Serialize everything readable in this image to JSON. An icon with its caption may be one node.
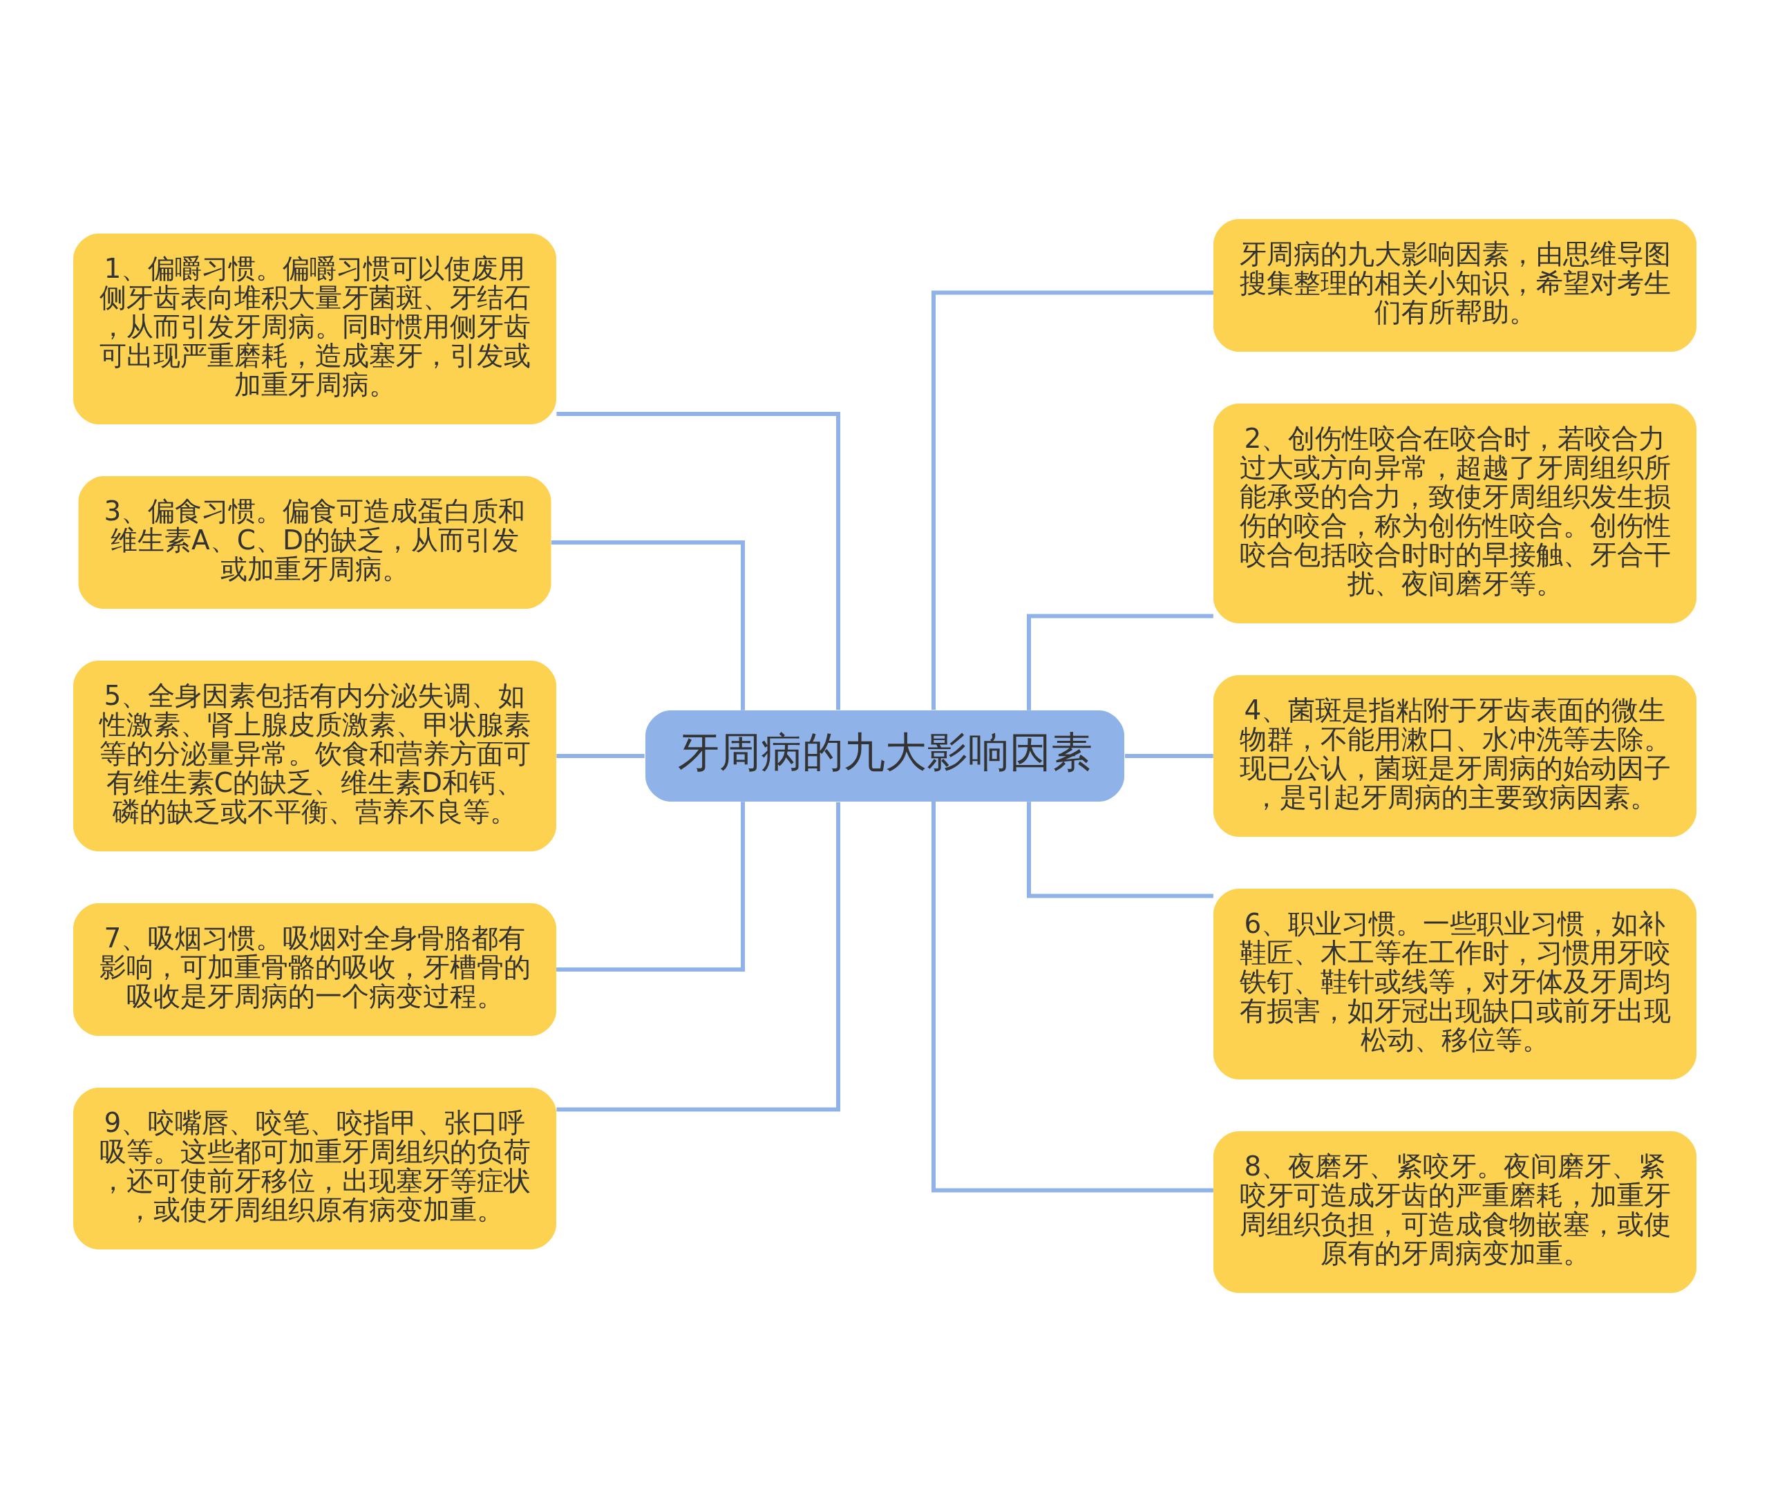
{
  "diagram": {
    "nodes": [
      {
        "text": [
          "牙周病的九大影响因素"
        ]
      },
      {
        "text": [
          "1、偏嚼习惯。偏嚼习惯可以使废用侧牙齿表向堆积大量牙菌斑、牙结石，从而引发牙周病。同时惯用侧牙齿可出现严重磨耗，造成塞牙，引发或加重牙周病。"
        ]
      },
      {
        "text": [
          "3、偏食习惯。偏食可造成蛋白质和维生素A、C、D的缺乏，从而引发或加重牙周病。"
        ]
      },
      {
        "text": [
          "5、全身因素包括有内分泌失调、如性激素、肾上腺皮质激素、甲状腺素等的分泌量异常。饮食和营养方面可有维生素C的缺乏、维生素D和钙、磷的缺乏或不平衡、营养不良等。"
        ]
      },
      {
        "text": [
          "7、吸烟习惯。吸烟对全身骨胳都有影响，可加重骨骼的吸收，牙槽骨的吸收是牙周病的一个病变过程。"
        ]
      },
      {
        "text": [
          "9、咬嘴唇、咬笔、咬指甲、张口呼吸等。这些都可加重牙周组织的负荷，还可使前牙移位，出现塞牙等症状，或使牙周组织原有病变加重。"
        ]
      },
      {
        "text": [
          "牙周病的九大影响因素，由思维导图搜集整理的相关小知识，希望对考生们有所帮助。"
        ]
      },
      {
        "text": [
          "2、创伤性咬合在咬合时，若咬合力过大或方向异常，超越了牙周组织所能承受的合力，致使牙周组织发生损伤的咬合，称为创伤性咬合。创伤性咬合包括咬合时时的早接触、牙合干扰、夜间磨牙等。"
        ]
      },
      {
        "text": [
          "4、菌斑是指粘附于牙齿表面的微生物群，不能用漱口、水冲洗等去除。现已公认，菌斑是牙周病的始动因子，是引起牙周病的主要致病因素。"
        ]
      },
      {
        "text": [
          "6、职业习惯。一些职业习惯，如补鞋匠、木工等在工作时，习惯用牙咬铁钉、鞋针或线等，对牙体及牙周均有损害，如牙冠出现缺口或前牙出现松动、移位等。"
        ]
      },
      {
        "text": [
          "8、夜磨牙、紧咬牙。夜间磨牙、紧咬牙可造成牙齿的严重磨耗，加重牙周组织负担，可造成食物嵌塞，或使原有的牙周病变加重。"
        ]
      }
    ],
    "edges": [
      {
        "from": 0,
        "to": 1,
        "arrow": "none"
      },
      {
        "from": 0,
        "to": 2,
        "arrow": "none"
      },
      {
        "from": 0,
        "to": 3,
        "arrow": "none"
      },
      {
        "from": 0,
        "to": 4,
        "arrow": "none"
      },
      {
        "from": 0,
        "to": 5,
        "arrow": "none"
      },
      {
        "from": 0,
        "to": 6,
        "arrow": "none"
      },
      {
        "from": 0,
        "to": 7,
        "arrow": "none"
      },
      {
        "from": 0,
        "to": 8,
        "arrow": "none"
      },
      {
        "from": 0,
        "to": 9,
        "arrow": "none"
      },
      {
        "from": 0,
        "to": 10,
        "arrow": "none"
      }
    ]
  }
}
